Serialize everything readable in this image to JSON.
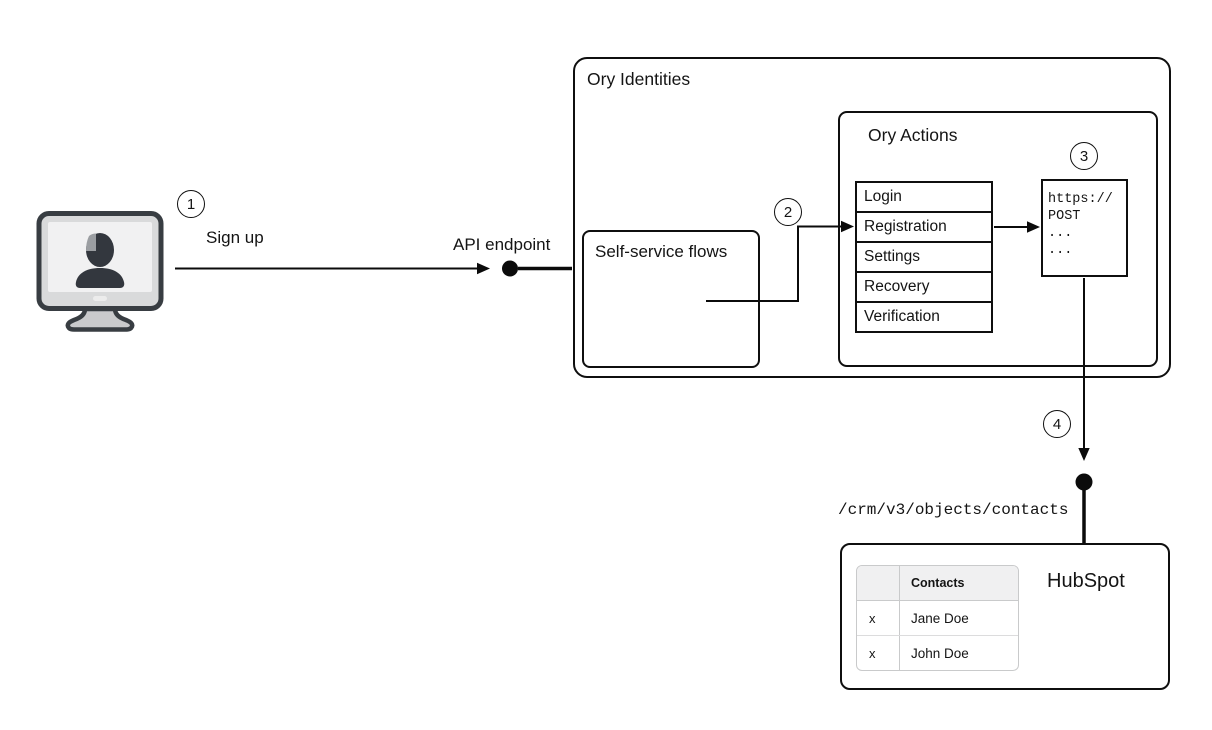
{
  "diagram": {
    "client": {
      "icon": "monitor-user-icon",
      "step": "1",
      "action_label": "Sign up"
    },
    "api_endpoint_label": "API endpoint",
    "ory_identities": {
      "title": "Ory Identities",
      "self_service_flows": {
        "title": "Self-service flows"
      },
      "step_to_actions": "2",
      "ory_actions": {
        "title": "Ory Actions",
        "flows": [
          "Login",
          "Registration",
          "Settings",
          "Recovery",
          "Verification"
        ],
        "webhook_step": "3",
        "webhook_code": [
          "https://",
          "POST",
          "...",
          "..."
        ]
      }
    },
    "step_to_hubspot": "4",
    "hubspot_endpoint_path": "/crm/v3/objects/contacts",
    "hubspot": {
      "title": "HubSpot",
      "contacts_table": {
        "header": "Contacts",
        "rows": [
          {
            "mark": "x",
            "name": "Jane Doe"
          },
          {
            "mark": "x",
            "name": "John Doe"
          }
        ]
      }
    }
  },
  "colors": {
    "line": "#0b0b0b",
    "box_border": "#0f0f0f",
    "text": "#141414",
    "table_border": "#c9cacb",
    "table_header_bg": "#f0f0f1",
    "monitor_frame": "#d9dadb",
    "monitor_outline": "#383d42",
    "monitor_screen": "#f1f1f2",
    "silhouette": "#33373e",
    "silhouette_highlight": "#9b9ea2",
    "stand_fill": "#c9cacc",
    "canvas_bg": "#ffffff"
  }
}
